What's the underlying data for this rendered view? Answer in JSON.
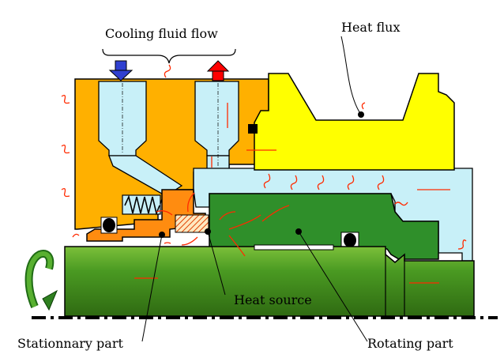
{
  "labels": {
    "cooling_fluid_flow": "Cooling fluid flow",
    "heat_flux": "Heat flux",
    "heat_source": "Heat source",
    "stationary_part": "Stationnary part",
    "rotating_part": "Rotating part"
  },
  "colors": {
    "housing": "#ffb000",
    "ring_yellow": "#ffff00",
    "cooling_cyan": "#c8f0f8",
    "stationary_seal": "#ff8c10",
    "shaft_green": "#4aa320",
    "rotor_green": "#2f8f2a",
    "heat_arrow": "#ff2a00",
    "inlet_arrow": "#3040d0",
    "outlet_arrow": "#ff0000"
  },
  "icons": {
    "inlet": "arrow-down-icon",
    "outlet": "arrow-up-icon",
    "rotation": "rotation-arrow-icon",
    "spring": "spring-icon"
  }
}
